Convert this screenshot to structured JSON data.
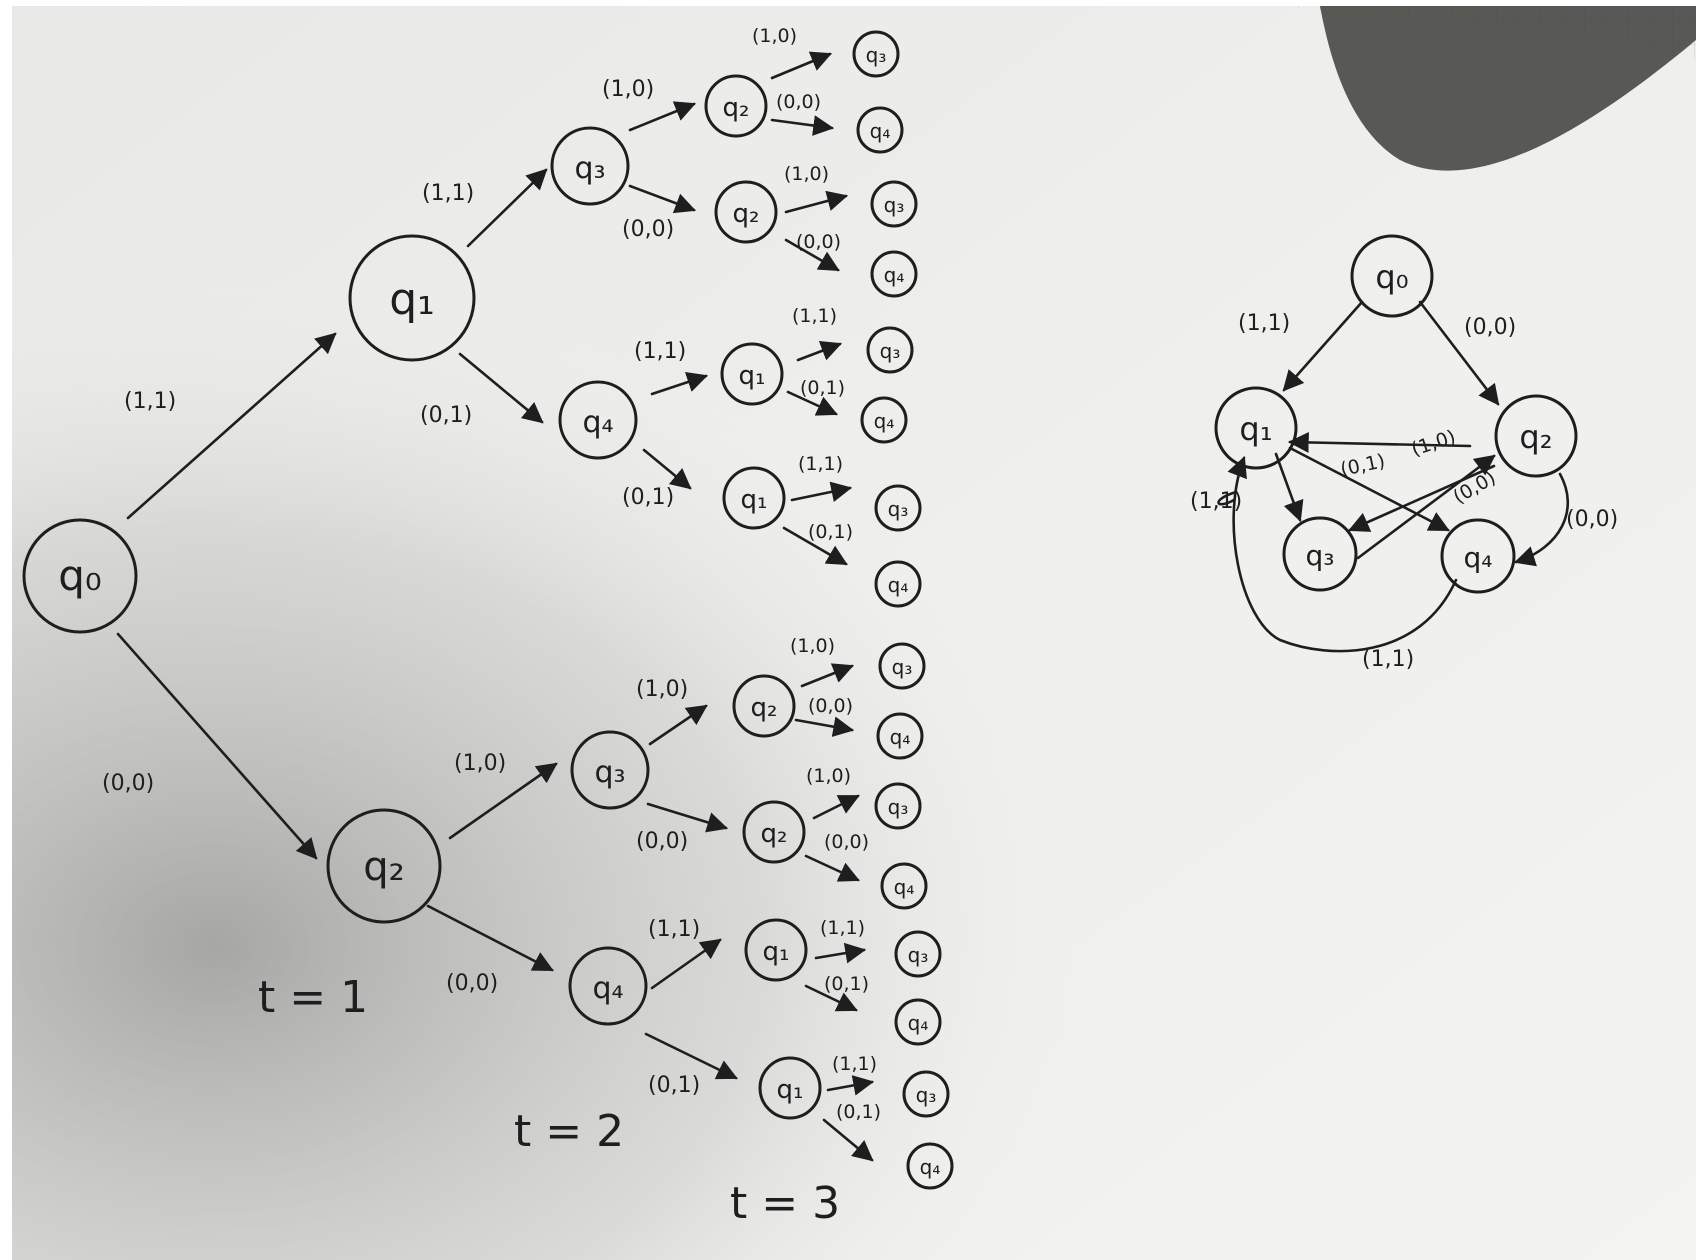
{
  "labels": {
    "q0": "q₀",
    "q1": "q₁",
    "q2": "q₂",
    "q3": "q₃",
    "q4": "q₄",
    "e00": "(0,0)",
    "e01": "(0,1)",
    "e10": "(1,0)",
    "e11": "(1,1)",
    "t1": "t = 1",
    "t2": "t = 2",
    "t3": "t = 3"
  },
  "colors": {
    "paper": "#eeeeec",
    "grid_paper": "#e6e8e8",
    "ink": "#1e1e1e",
    "shadow": "#5a5a58"
  }
}
